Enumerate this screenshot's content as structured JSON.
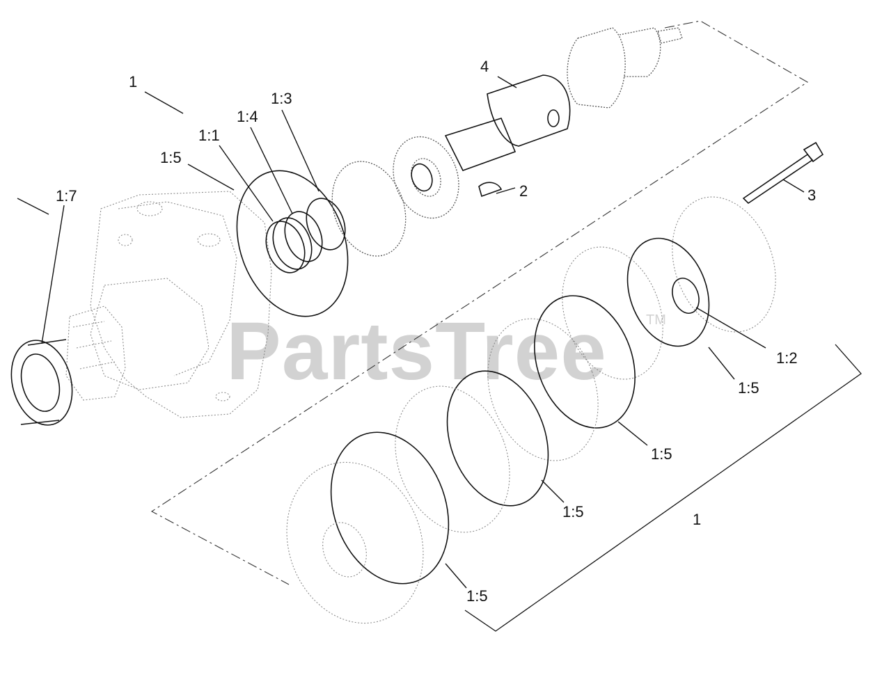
{
  "callouts": {
    "c1_top": "1",
    "c1_bottom": "1",
    "c1_7": "1:7",
    "c1_5_top": "1:5",
    "c1_1": "1:1",
    "c1_4": "1:4",
    "c1_3": "1:3",
    "c2": "2",
    "c3": "3",
    "c4": "4",
    "c1_2": "1:2",
    "c1_5_a": "1:5",
    "c1_5_b": "1:5",
    "c1_5_c": "1:5",
    "c1_5_d": "1:5"
  },
  "watermark": {
    "text": "PartsTree",
    "tm": "TM"
  }
}
